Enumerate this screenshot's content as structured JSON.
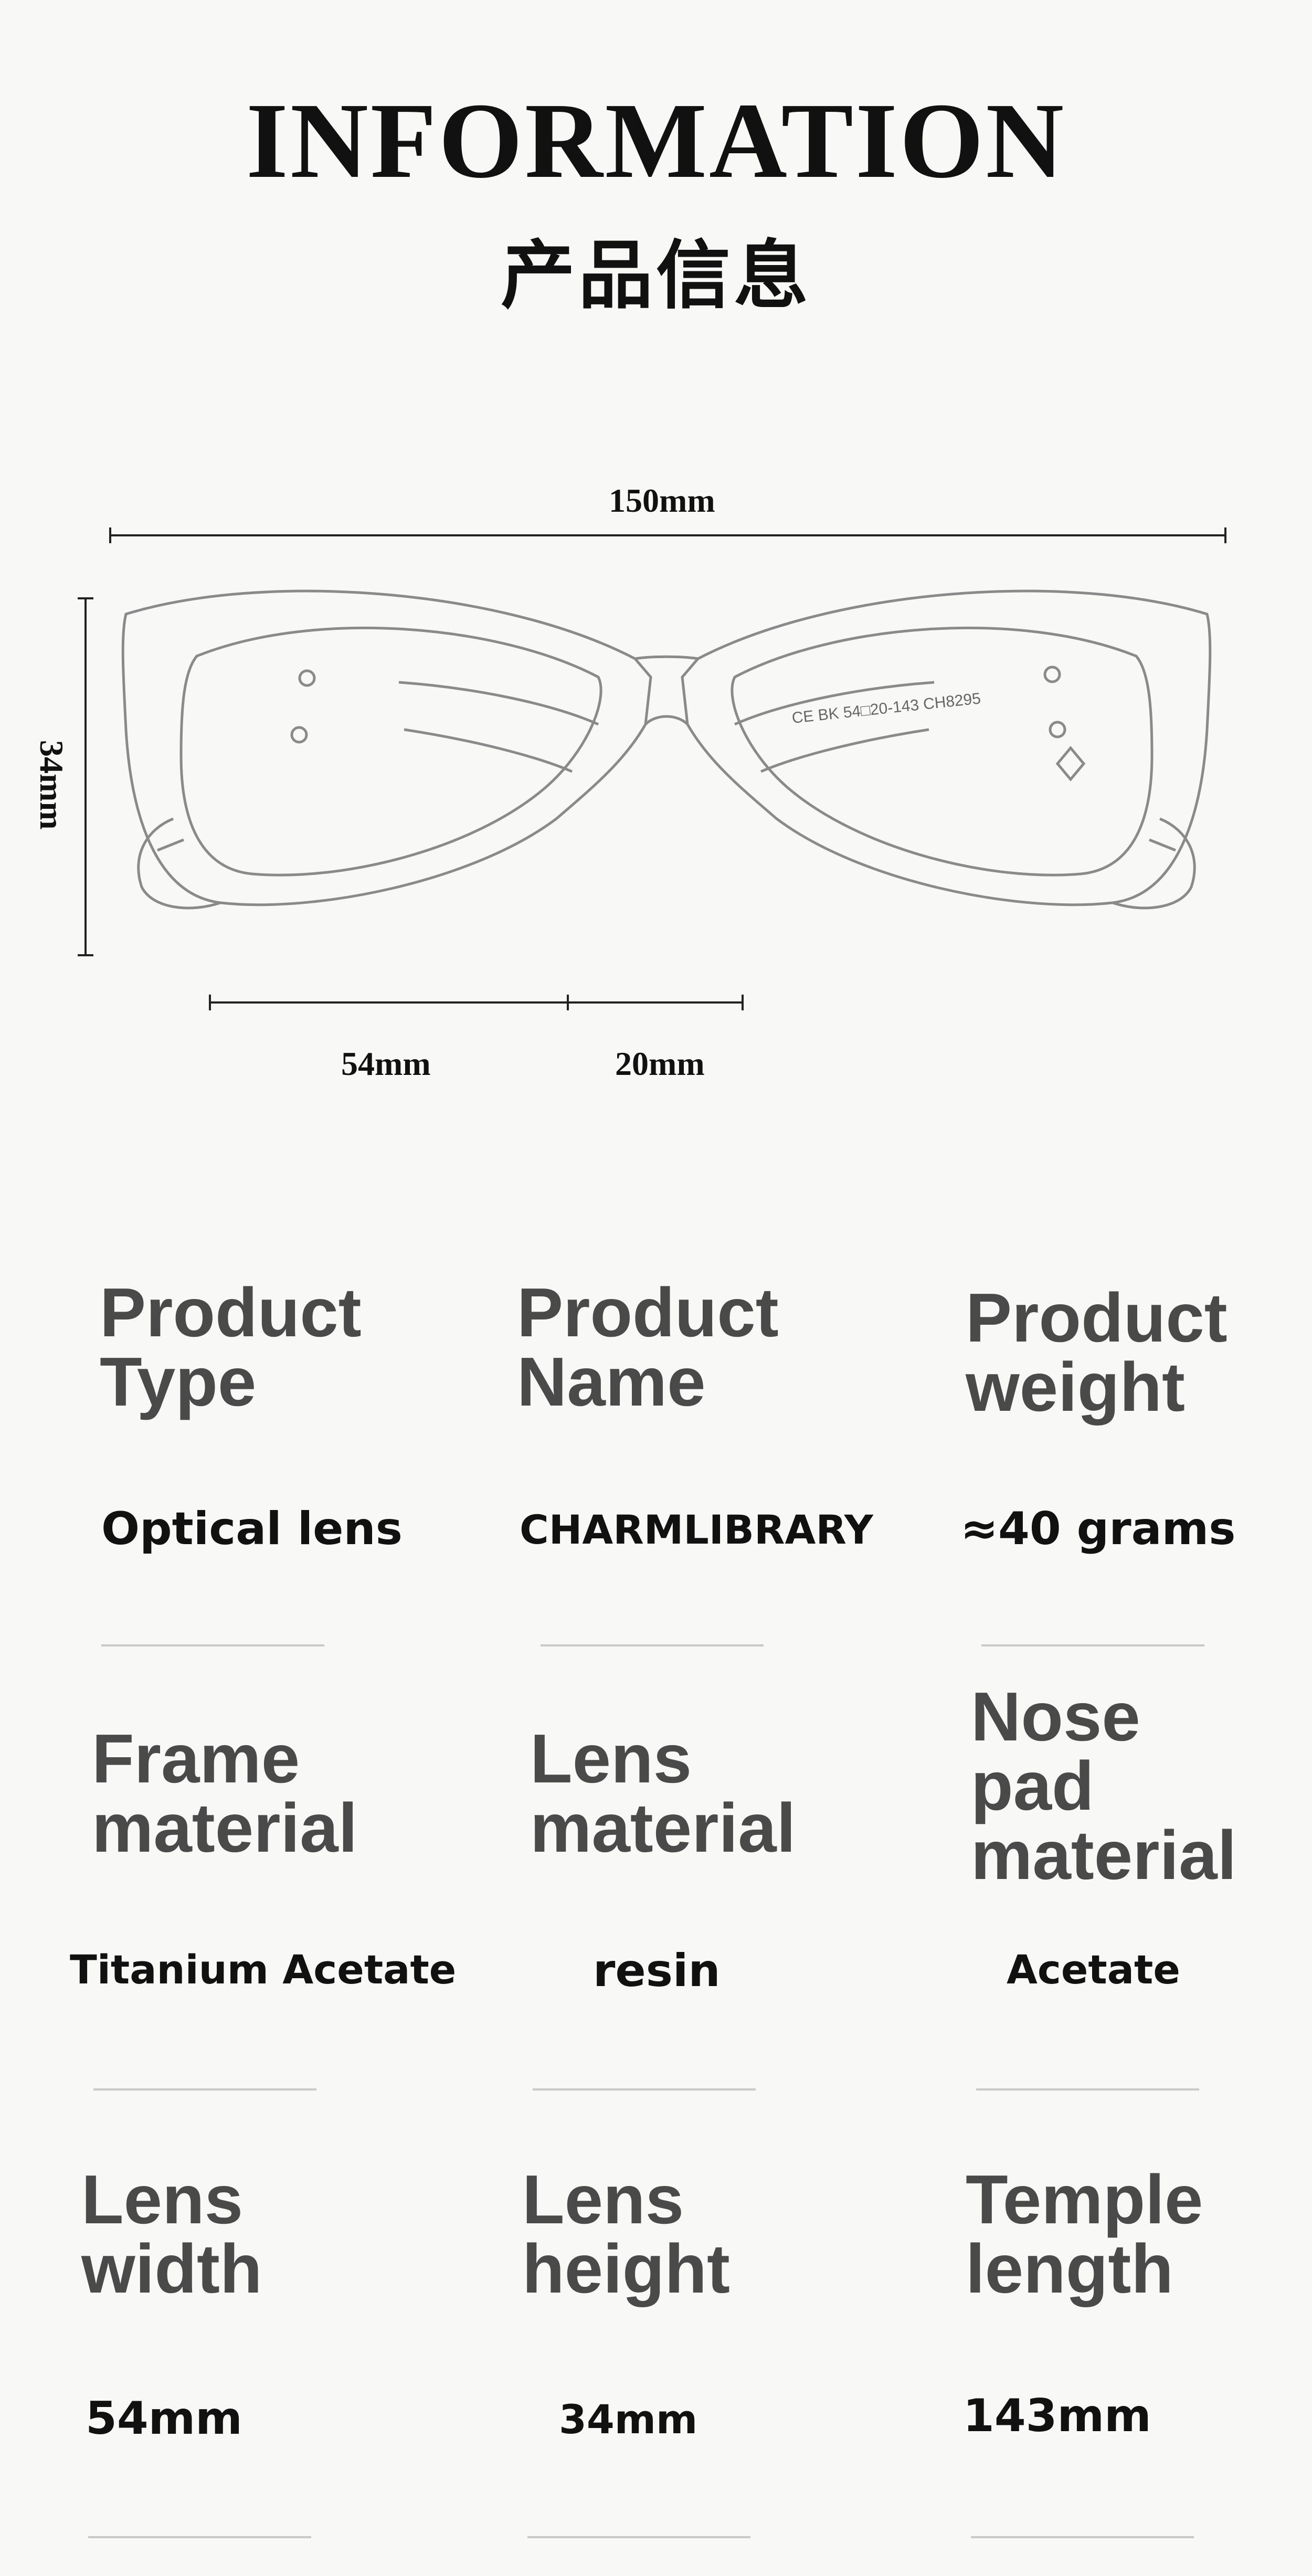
{
  "header": {
    "title_en": "INFORMATION",
    "title_cn": "产品信息"
  },
  "diagram": {
    "total_width": "150mm",
    "lens_height": "34mm",
    "lens_width": "54mm",
    "bridge_width": "20mm",
    "temple_print": "CE BK 54□20-143 CH8295"
  },
  "specs": [
    {
      "label": "Product\nType",
      "value": "Optical lens"
    },
    {
      "label": "Product\nName",
      "value": "CHARMLIBRARY"
    },
    {
      "label": "Product\nweight",
      "value": "≈40 grams"
    },
    {
      "label": "Frame\nmaterial",
      "value": "Titanium Acetate"
    },
    {
      "label": "Lens\nmaterial",
      "value": "resin"
    },
    {
      "label": "Nose\npad\nmaterial",
      "value": "Acetate"
    },
    {
      "label": "Lens\nwidth",
      "value": "54mm"
    },
    {
      "label": "Lens\nheight",
      "value": "34mm"
    },
    {
      "label": "Temple\nlength",
      "value": "143mm"
    }
  ]
}
